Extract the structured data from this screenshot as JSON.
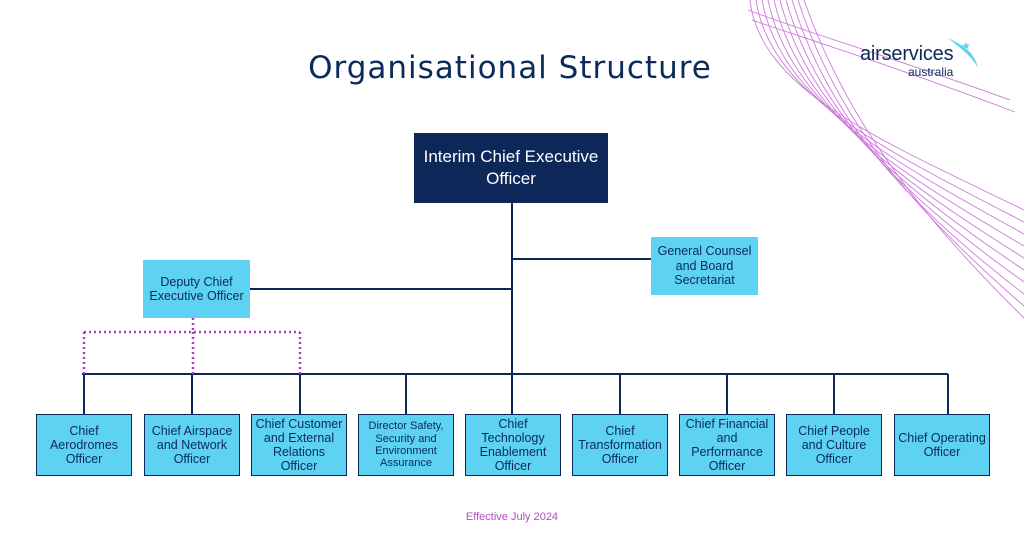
{
  "title": "Organisational Structure",
  "logo": {
    "line1": "airservices",
    "line2": "australia"
  },
  "ceo": "Interim Chief Executive Officer",
  "general_counsel": "General Counsel and Board Secretariat",
  "deputy_ceo": "Deputy Chief Executive Officer",
  "chiefs": [
    "Chief Aerodromes Officer",
    "Chief Airspace and Network Officer",
    "Chief Customer and External Relations Officer",
    "Director Safety, Security and Environment Assurance",
    "Chief Technology Enablement Officer",
    "Chief Transformation Officer",
    "Chief Financial and Performance Officer",
    "Chief People and Culture Officer",
    "Chief Operating Officer"
  ],
  "footer": "Effective July 2024",
  "colors": {
    "navy": "#0c2758",
    "light_blue": "#5dd2f3",
    "accent_purple": "#b24cc0",
    "dotted_line": "#b437c6"
  }
}
